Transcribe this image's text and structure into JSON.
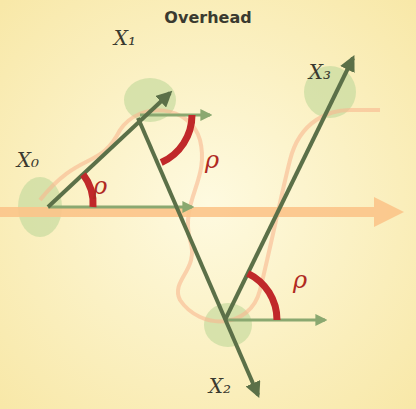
{
  "diagram": {
    "title": "Overhead",
    "labels": [
      "X₁",
      "X₃",
      "X₀",
      "ρ",
      "ρ",
      "X₂",
      "ρ"
    ]
  }
}
